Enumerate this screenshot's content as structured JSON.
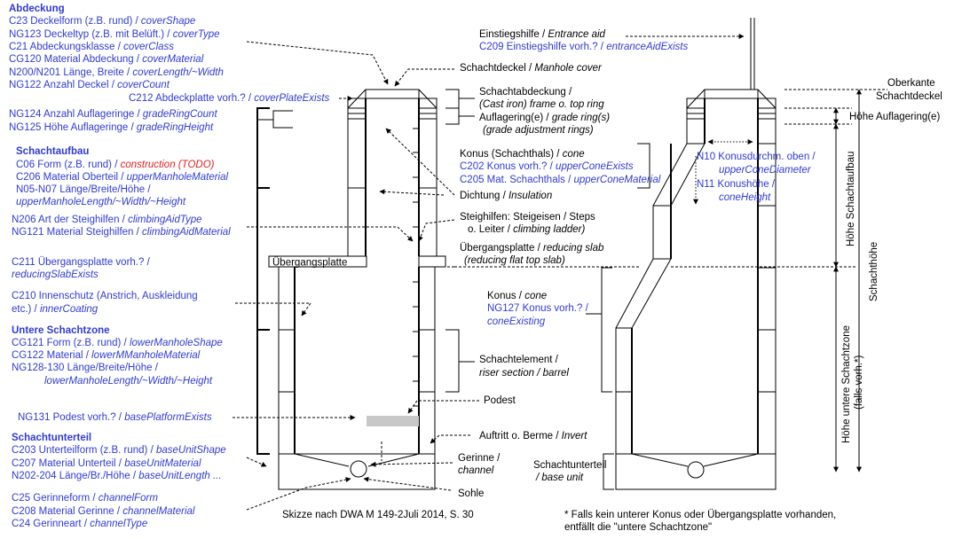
{
  "left_labels": {
    "abdeckung": {
      "heading": "Abdeckung",
      "lines": [
        {
          "de": "C23 Deckelform (z.B. rund) / ",
          "en": "coverShape"
        },
        {
          "de": "NG123 Deckeltyp (z.B. mit Belüft.) / ",
          "en": "coverType"
        },
        {
          "de": "C21 Abdeckungsklasse / ",
          "en": "coverClass"
        },
        {
          "de": "CG120 Material Abdeckung / ",
          "en": "coverMaterial"
        },
        {
          "de": "N200/N201 Länge, Breite / ",
          "en": "coverLength/~Width"
        },
        {
          "de": "NG122 Anzahl Deckel / ",
          "en": "coverCount"
        }
      ],
      "plate": {
        "de": "C212 Abdeckplatte vorh.? / ",
        "en": "coverPlateExists"
      },
      "grade_ring_count": {
        "de": "NG124 Anzahl Auflageringe / ",
        "en": "gradeRingCount"
      },
      "grade_ring_height": {
        "de": "NG125 Höhe Auflageringe / ",
        "en": "gradeRingHeight"
      }
    },
    "schachtaufbau": {
      "heading": "Schachtaufbau",
      "construction": {
        "de": "C06 Form (z.B. rund) / ",
        "en": "construction (TODO)"
      },
      "upper_material": {
        "de": "C206 Material Oberteil / ",
        "en": "upperManholeMaterial"
      },
      "upper_dims_1": "N05-N07 Länge/Breite/Höhe /",
      "upper_dims_2": "upperManholeLength/~Width/~Height",
      "climbing_type": {
        "de": "N206 Art der Steighilfen / ",
        "en": "climbingAidType"
      },
      "climbing_material": {
        "de": "NG121 Material Steighilfen / ",
        "en": "climbingAidMaterial"
      },
      "slab_1": "C211 Übergangsplatte vorh.? /",
      "slab_2": "reducingSlabExists",
      "coating_1": "C210 Innenschutz (Anstrich, Auskleidung",
      "coating_2": {
        "de": "etc.) / ",
        "en": "innerCoating"
      }
    },
    "untere": {
      "heading": "Untere Schachtzone",
      "shape": {
        "de": "CG121 Form (z.B. rund) / ",
        "en": "lowerManholeShape"
      },
      "material": {
        "de": "CG122 Material / ",
        "en": "lowerMManholeMaterial"
      },
      "dims_1": "NG128-130 Länge/Breite/Höhe /",
      "dims_2": "lowerManholeLength/~Width/~Height",
      "platform": {
        "de": "NG131 Podest vorh.? / ",
        "en": "basePlatformExists"
      }
    },
    "unterteil": {
      "heading": "Schachtunterteil",
      "shape": {
        "de": "C203 Unterteilform (z.B. rund) / ",
        "en": "baseUnitShape"
      },
      "material": {
        "de": "C207 Material Unterteil / ",
        "en": "baseUnitMaterial"
      },
      "dims": {
        "de": "N202-204 Länge/Br./Höhe / ",
        "en": "baseUnitLength ..."
      },
      "channel_form": {
        "de": "C25 Gerinneform / ",
        "en": "channelForm"
      },
      "channel_material": {
        "de": "C208 Material Gerinne / ",
        "en": "channelMaterial"
      },
      "channel_type": {
        "de": "C24 Gerinneart / ",
        "en": "channelType"
      }
    }
  },
  "center_labels": {
    "entrance_aid": {
      "de": "Einstiegshilfe / ",
      "en": "Entrance aid"
    },
    "entrance_aid_exists": {
      "de": "C209 Einstiegshilfe vorh.? / ",
      "en": "entranceAidExists"
    },
    "manhole_cover": {
      "de": "Schachtdeckel / ",
      "en": "Manhole cover"
    },
    "cover_assembly_1": "Schachtabdeckung /",
    "cover_assembly_2": "(Cast iron) frame o. top ring",
    "grade_rings_1": {
      "de": "Auflagering(e) / ",
      "en": "grade ring(s)"
    },
    "grade_rings_2": "(grade adjustment rings)",
    "upper_cone_1": {
      "de": "Konus (Schachthals) / ",
      "en": "cone"
    },
    "upper_cone_2": {
      "de": "C202 Konus vorh.? / ",
      "en": "upperConeExists"
    },
    "upper_cone_3": {
      "de": "C205 Mat. Schachthals / ",
      "en": "upperConeMaterial"
    },
    "insulation": {
      "de": "Dichtung / ",
      "en": "Insulation"
    },
    "steps_1": "Steighilfen: Steigeisen / Steps",
    "steps_2": {
      "de": "o. Leiter / ",
      "en": "climbing ladder)"
    },
    "reducing_slab_1": {
      "de": "Übergangsplatte / ",
      "en": "reducing slab"
    },
    "reducing_slab_2": "(reducing flat top slab)",
    "slab_box_label": "Übergangsplatte",
    "cone_1": {
      "de": "Konus / ",
      "en": "cone"
    },
    "cone_2": "NG127 Konus vorh.? /",
    "cone_3": "coneExisting",
    "riser_1": "Schachtelement /",
    "riser_2": "riser section / barrel",
    "podest": "Podest",
    "invert": {
      "de": "Auftritt o. Berme / ",
      "en": "Invert"
    },
    "channel_1": "Gerinne /",
    "channel_2": "channel",
    "sohle": "Sohle",
    "source": "Skizze nach DWA M 149-2Juli 2014, S. 30"
  },
  "right_labels": {
    "cone_diameter_1": "N10 Konusdurchm. oben /",
    "cone_diameter_2": "upperConeDiameter",
    "cone_height_1": "N11 Konushöhe /",
    "cone_height_2": "coneHeight",
    "base_unit_1": "Schachtunterteil",
    "base_unit_2": "/ base unit",
    "top_edge_1": "Oberkante",
    "top_edge_2": "Schachtdeckel",
    "grade_ring_height": "Höhe Auflagering(e)",
    "shaft_height": "Höhe Schachtaufbau",
    "lower_zone_height_1": "Höhe untere Schachtzone",
    "lower_zone_height_2": "(falls vorh.*)",
    "total_height": "Schachthöhe",
    "footnote_1": "* Falls kein unterer Konus oder Übergangsplatte vorhanden,",
    "footnote_2": "entfällt die \"untere Schachtzone\""
  }
}
